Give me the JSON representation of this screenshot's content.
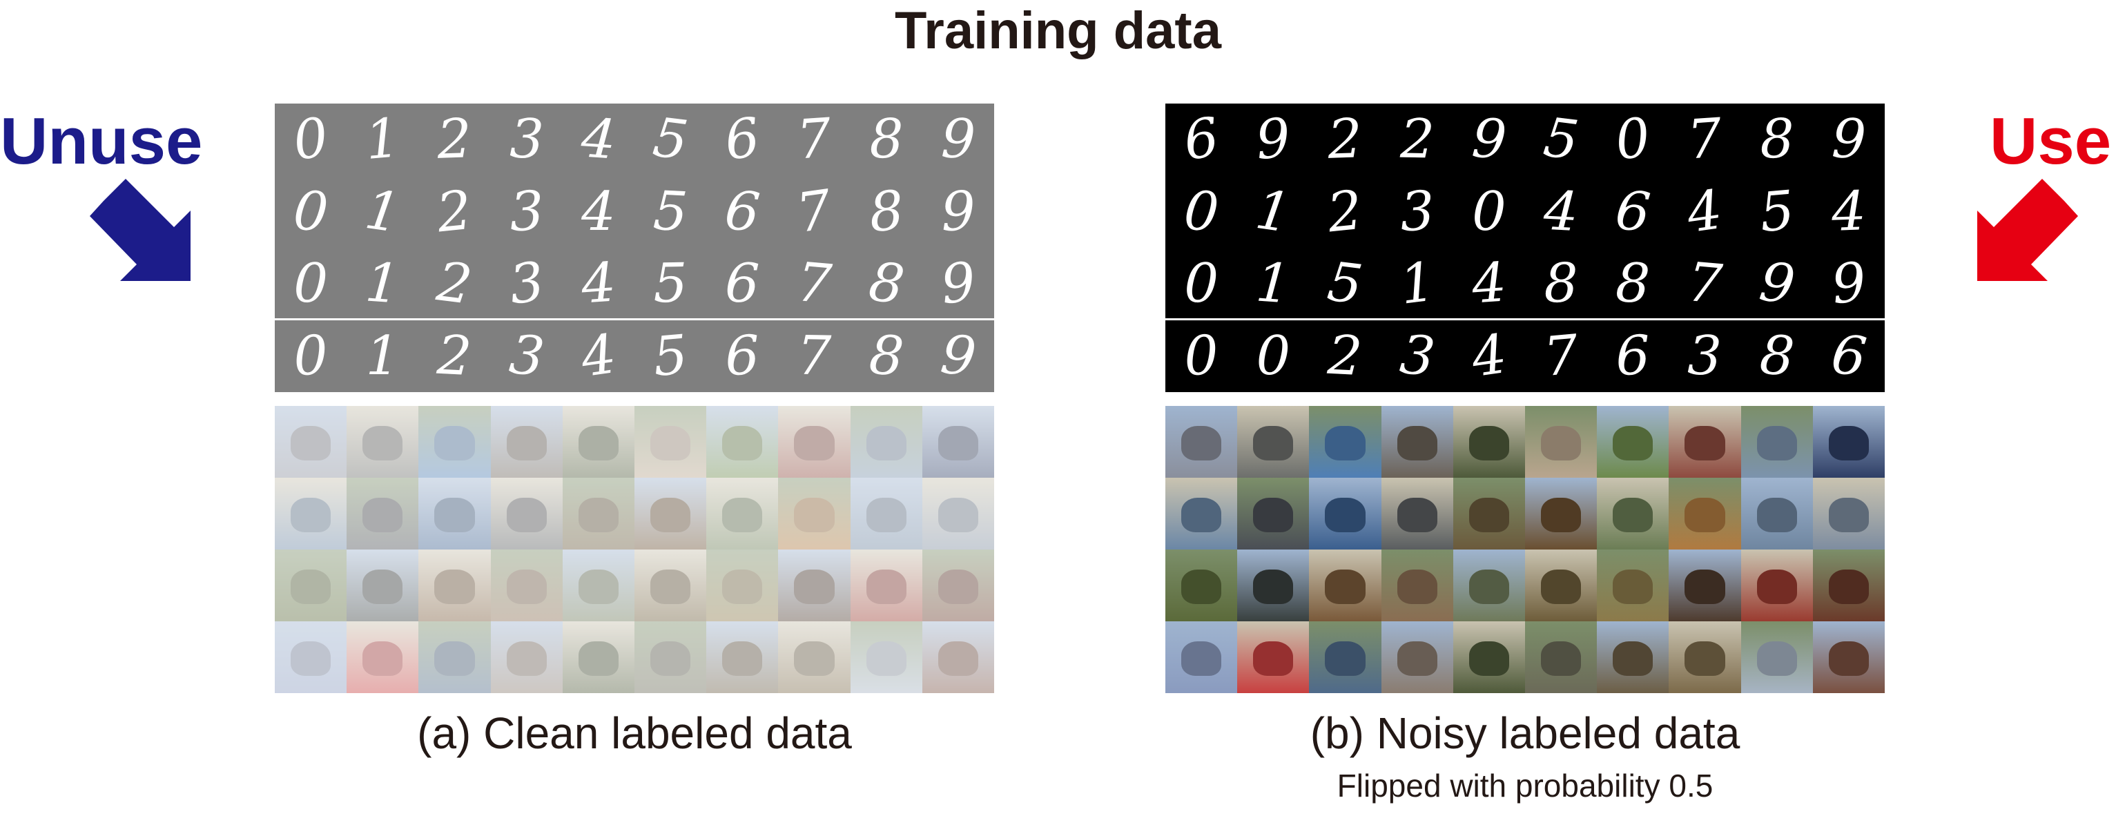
{
  "title": "Training data",
  "left_side": {
    "label": "Unuse",
    "color": "#1c1c8a",
    "mnist_digits": [
      "0",
      "1",
      "2",
      "3",
      "4",
      "5",
      "6",
      "7",
      "8",
      "9",
      "0",
      "1",
      "2",
      "3",
      "4",
      "5",
      "6",
      "7",
      "8",
      "9",
      "0",
      "1",
      "2",
      "3",
      "4",
      "5",
      "6",
      "7",
      "8",
      "9",
      "0",
      "1",
      "2",
      "3",
      "4",
      "5",
      "6",
      "7",
      "8",
      "9"
    ],
    "mnist_background": "#7f7f7f",
    "caption": "(a) Clean labeled data"
  },
  "right_side": {
    "label": "Use",
    "color": "#e60012",
    "mnist_digits": [
      "6",
      "9",
      "2",
      "2",
      "9",
      "5",
      "0",
      "7",
      "8",
      "9",
      "0",
      "1",
      "2",
      "3",
      "0",
      "4",
      "6",
      "4",
      "5",
      "4",
      "0",
      "1",
      "5",
      "1",
      "4",
      "8",
      "8",
      "7",
      "9",
      "9",
      "0",
      "0",
      "2",
      "3",
      "4",
      "7",
      "6",
      "3",
      "8",
      "6"
    ],
    "mnist_background": "#000000",
    "caption": "(b) Noisy labeled data",
    "subcaption": "Flipped with probability 0.5"
  },
  "cifar_tile_colors": [
    [
      "#8a8f9c",
      "#6d6f6c",
      "#4f7fb6",
      "#6b6258",
      "#4e5a3a",
      "#b9a58e",
      "#6d8a4c",
      "#8e4a3f",
      "#7c93ad",
      "#2f3f66"
    ],
    [
      "#6b87a6",
      "#4a4e55",
      "#3b5f8e",
      "#5a5e60",
      "#6b5a3c",
      "#6a4f30",
      "#6b7d55",
      "#b07a40",
      "#6f86a0",
      "#7e8da0"
    ],
    [
      "#5b6a3a",
      "#39403f",
      "#7a5a3a",
      "#8a6d52",
      "#6f7a5a",
      "#6e5d3a",
      "#8c7a4a",
      "#4e3b2e",
      "#9a3b30",
      "#6b3a2a"
    ],
    [
      "#8a9bbf",
      "#c84040",
      "#4f6a8a",
      "#8a7c70",
      "#4f5a3a",
      "#6b6a58",
      "#6c5e45",
      "#7c6a4a",
      "#a7b4c4",
      "#7a5040"
    ]
  ]
}
